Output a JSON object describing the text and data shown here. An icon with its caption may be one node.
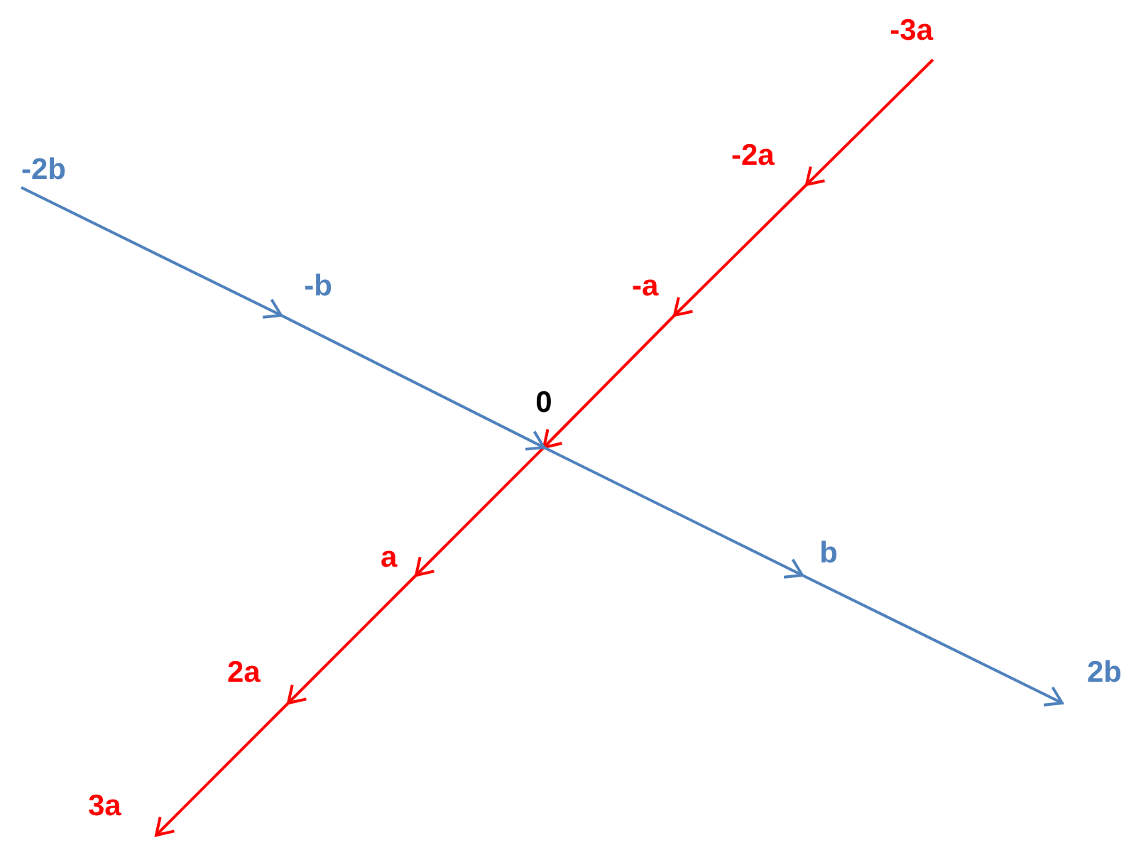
{
  "diagram": {
    "nodes": [
      {
        "text": [
          "-3a"
        ]
      },
      {
        "text": [
          "-2b"
        ]
      },
      {
        "text": [
          "-2a"
        ]
      },
      {
        "text": [
          "-b"
        ]
      },
      {
        "text": [
          "-a"
        ]
      },
      {
        "text": [
          "0"
        ]
      },
      {
        "text": [
          "a"
        ]
      },
      {
        "text": [
          "b"
        ]
      },
      {
        "text": [
          "2a"
        ]
      },
      {
        "text": [
          "2b"
        ]
      },
      {
        "text": [
          "3a"
        ]
      }
    ],
    "edges": [
      {
        "from": 0,
        "to": 2,
        "arrow": "to"
      },
      {
        "from": 2,
        "to": 4,
        "arrow": "to"
      },
      {
        "from": 4,
        "to": 5,
        "arrow": "to"
      },
      {
        "from": 5,
        "to": 6,
        "arrow": "to"
      },
      {
        "from": 6,
        "to": 8,
        "arrow": "to"
      },
      {
        "from": 8,
        "to": 10,
        "arrow": "to"
      },
      {
        "from": 1,
        "to": 3,
        "arrow": "to",
        "color": "#4f81bd"
      },
      {
        "from": 3,
        "to": 5,
        "arrow": "to",
        "color": "#4f81bd"
      },
      {
        "from": 5,
        "to": 7,
        "arrow": "to",
        "color": "#4f81bd"
      },
      {
        "from": 7,
        "to": 9,
        "arrow": "to",
        "color": "#4f81bd"
      }
    ]
  }
}
